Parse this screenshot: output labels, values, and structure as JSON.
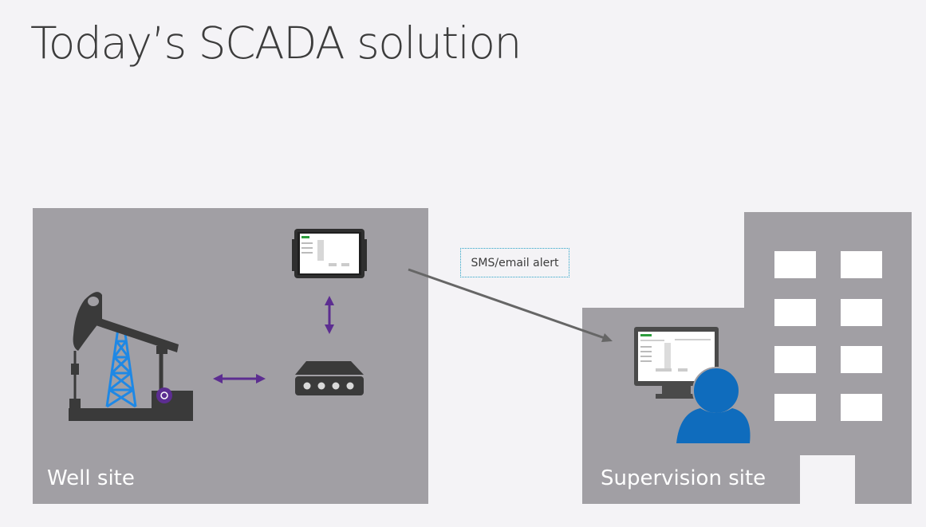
{
  "slide": {
    "title": "Today’s SCADA solution"
  },
  "well_site": {
    "label": "Well site"
  },
  "supervision_site": {
    "label": "Supervision site"
  },
  "alert": {
    "label": "SMS/email alert"
  },
  "colors": {
    "background": "#f4f3f6",
    "panel_gray": "#a19fa4",
    "dark_gray": "#4a4a4a",
    "arrow_purple": "#5c2d91",
    "derrick_blue": "#1e88e5",
    "user_blue": "#0f6cbd",
    "alert_border": "#2aa3c7"
  },
  "icons": [
    "pumpjack-icon",
    "tablet-icon",
    "gateway-device-icon",
    "monitor-icon",
    "user-icon",
    "building-icon"
  ]
}
